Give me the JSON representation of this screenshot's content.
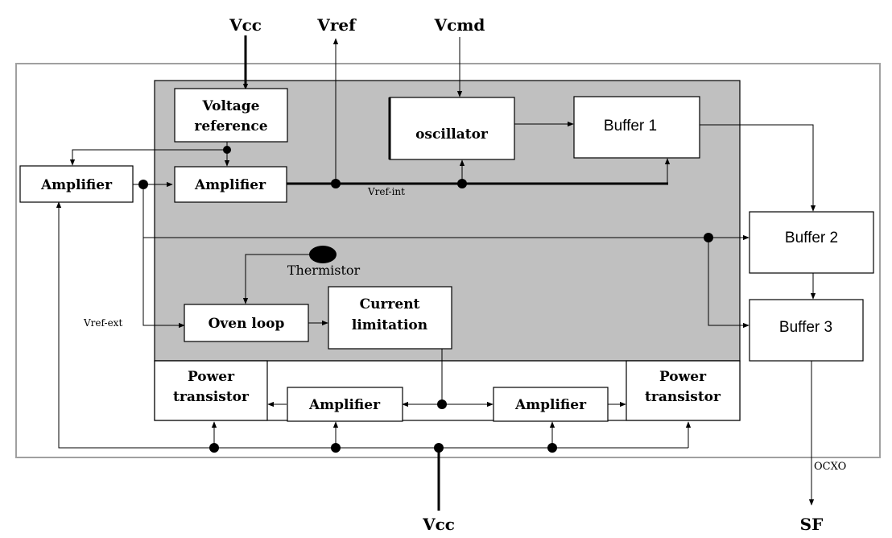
{
  "colors": {
    "frame": "#a0a0a0",
    "inner_panel": "#c0c0c0",
    "box_fill": "#ffffff",
    "line": "#000000"
  },
  "external": {
    "vcc_top": "Vcc",
    "vref_top": "Vref",
    "vcmd_top": "Vcmd",
    "vcc_bottom": "Vcc",
    "sf_bottom": "SF",
    "ocxo_label": "OCXO"
  },
  "blocks": {
    "voltage_reference": [
      "Voltage",
      "reference"
    ],
    "amplifier_outer": "Amplifier",
    "amplifier_inner": "Amplifier",
    "oscillator": "oscillator",
    "buffer1": "Buffer 1",
    "buffer2": "Buffer 2",
    "buffer3": "Buffer 3",
    "thermistor": "Thermistor",
    "oven_loop": "Oven loop",
    "current_limitation": [
      "Current",
      "limitation"
    ],
    "power_transistor_left": [
      "Power",
      "transistor"
    ],
    "power_transistor_right": [
      "Power",
      "transistor"
    ],
    "amplifier_bottom_left": "Amplifier",
    "amplifier_bottom_right": "Amplifier"
  },
  "signals": {
    "vref_int": "Vref-int",
    "vref_ext": "Vref-ext"
  }
}
